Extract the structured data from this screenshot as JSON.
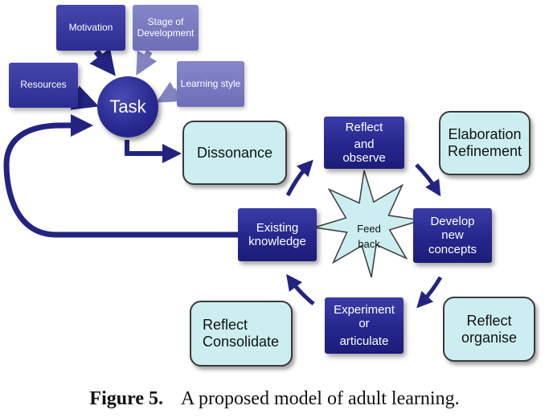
{
  "inputs": {
    "motivation": "Motivation",
    "stage_line1": "Stage of",
    "stage_line2": "Development",
    "resources": "Resources",
    "learning_style": "Learning style"
  },
  "task": "Task",
  "cycle": {
    "dissonance": "Dissonance",
    "reflect_observe": [
      "Reflect",
      "and",
      "observe"
    ],
    "develop": [
      "Develop",
      "new",
      "concepts"
    ],
    "experiment": [
      "Experiment",
      "or",
      "articulate"
    ],
    "existing": [
      "Existing",
      "knowledge"
    ]
  },
  "reflections": {
    "elaboration": [
      "Elaboration",
      "Refinement"
    ],
    "organise": [
      "Reflect",
      "organise"
    ],
    "consolidate": [
      "Reflect",
      "Consolidate"
    ]
  },
  "feedback": [
    "Feed",
    "back"
  ],
  "caption": {
    "label": "Figure 5.",
    "text": "A proposed model of adult learning."
  },
  "colors": {
    "navy": "#25268c",
    "light_cyan": "#cdeef0",
    "faded_purple": "#7a7ac0",
    "arrow": "#232381"
  }
}
